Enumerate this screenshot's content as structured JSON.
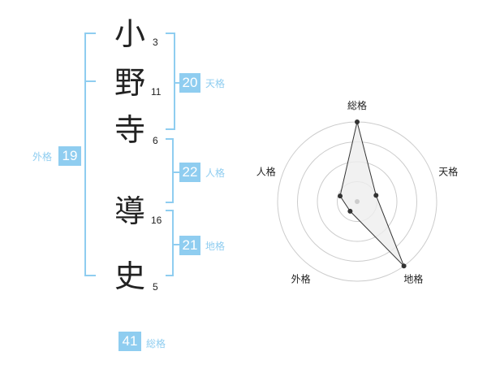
{
  "name": {
    "chars": [
      {
        "char": "小",
        "strokes": "3"
      },
      {
        "char": "野",
        "strokes": "11"
      },
      {
        "char": "寺",
        "strokes": "6"
      },
      {
        "char": "導",
        "strokes": "16"
      },
      {
        "char": "史",
        "strokes": "5"
      }
    ]
  },
  "fortune": {
    "tenkaku": {
      "value": "20",
      "label": "天格"
    },
    "jinkaku": {
      "value": "22",
      "label": "人格"
    },
    "chikaku": {
      "value": "21",
      "label": "地格"
    },
    "gaikaku": {
      "value": "19",
      "label": "外格"
    },
    "soukaku": {
      "value": "41",
      "label": "総格"
    }
  },
  "chart_data": {
    "type": "radar",
    "axes": [
      "総格",
      "天格",
      "地格",
      "外格",
      "人格"
    ],
    "values": [
      4,
      1,
      4,
      0.6,
      0.9
    ],
    "max": 4,
    "rings": 4,
    "grid": true,
    "colors": {
      "fill": "#eeeeee",
      "stroke": "#333333",
      "grid": "#cccccc"
    }
  }
}
